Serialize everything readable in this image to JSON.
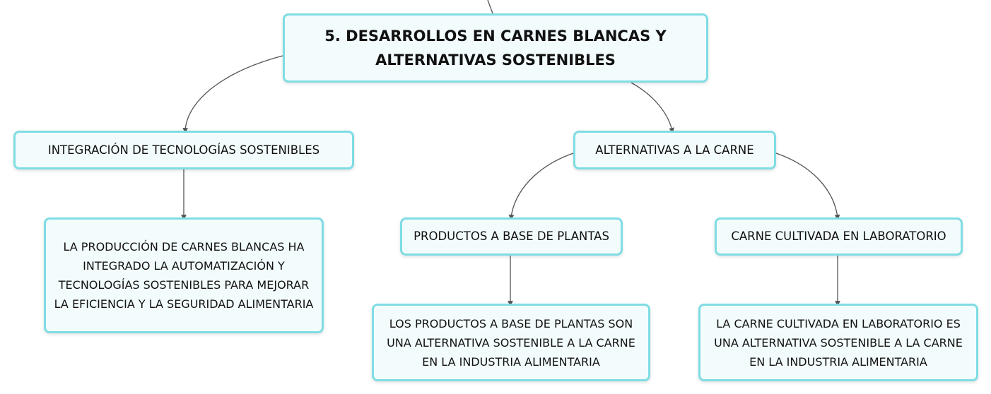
{
  "mindmap": {
    "root": {
      "line1": "5. DESARROLLOS EN CARNES BLANCAS Y",
      "line2": "ALTERNATIVAS SOSTENIBLES"
    },
    "branches": [
      {
        "label": "INTEGRACIÓN DE TECNOLOGÍAS SOSTENIBLES",
        "detail": [
          "LA PRODUCCIÓN DE CARNES BLANCAS HA",
          "INTEGRADO LA AUTOMATIZACIÓN Y",
          "TECNOLOGÍAS SOSTENIBLES PARA MEJORAR",
          "LA EFICIENCIA Y LA SEGURIDAD ALIMENTARIA"
        ]
      },
      {
        "label": "ALTERNATIVAS A LA CARNE",
        "children": [
          {
            "label": "PRODUCTOS A BASE DE PLANTAS",
            "detail": [
              "LOS PRODUCTOS A BASE DE PLANTAS SON",
              "UNA ALTERNATIVA SOSTENIBLE A LA CARNE",
              "EN LA INDUSTRIA ALIMENTARIA"
            ]
          },
          {
            "label": "CARNE CULTIVADA EN LABORATORIO",
            "detail": [
              "LA CARNE CULTIVADA EN LABORATORIO ES",
              "UNA ALTERNATIVA SOSTENIBLE A LA CARNE",
              "EN LA INDUSTRIA ALIMENTARIA"
            ]
          }
        ]
      }
    ]
  },
  "colors": {
    "node_border": "#7fdde3",
    "node_fill": "#f3fcfd",
    "connector": "#555555",
    "text": "#111111"
  }
}
